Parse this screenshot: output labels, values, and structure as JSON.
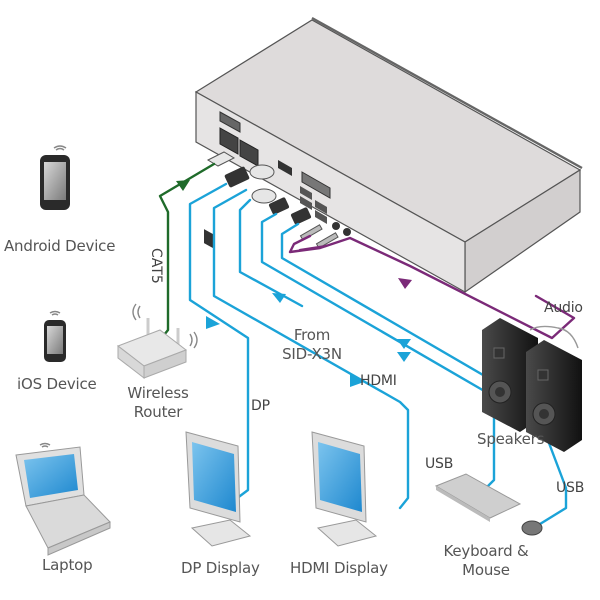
{
  "diagram": {
    "title": "SID-X3N connection diagram",
    "colors": {
      "video_cable": "#1ba3d8",
      "network_cable": "#1f6b2a",
      "audio_cable": "#7b2a78",
      "label_text": "#555555",
      "device_body": "#dcdada",
      "screen": "#3a9ad8"
    },
    "devices": {
      "android": "Android Device",
      "ios": "iOS Device",
      "laptop": "Laptop",
      "router": "Wireless\nRouter",
      "router_line1": "Wireless",
      "router_line2": "Router",
      "dp_display": "DP Display",
      "hdmi_display": "HDMI Display",
      "speakers": "Speakers",
      "keyboard_mouse_line1": "Keyboard &",
      "keyboard_mouse_line2": "Mouse"
    },
    "cables": {
      "cat5": "CAT5",
      "dp": "DP",
      "hdmi": "HDMI",
      "from_line1": "From",
      "from_line2": "SID-X3N",
      "audio": "Audio",
      "usb_keyboard": "USB",
      "usb_mouse": "USB"
    }
  }
}
